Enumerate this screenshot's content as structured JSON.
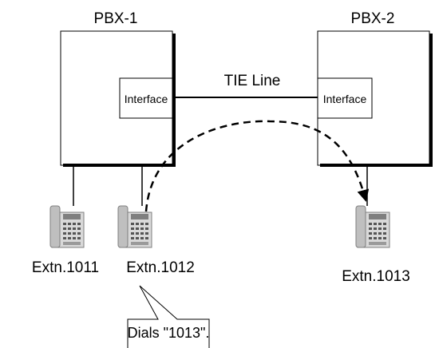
{
  "pbx1": {
    "title": "PBX-1",
    "interface_label": "Interface"
  },
  "pbx2": {
    "title": "PBX-2",
    "interface_label": "Interface"
  },
  "tie_line": {
    "label": "TIE Line"
  },
  "extensions": [
    {
      "label": "Extn.1011"
    },
    {
      "label": "Extn.1012"
    },
    {
      "label": "Extn.1013"
    }
  ],
  "callout": {
    "text": "Dials \"1013\"."
  },
  "colors": {
    "line": "#000000",
    "phone_body": "#d9d9d9",
    "phone_dark": "#7f7f7f"
  },
  "icons": [
    "telephone-icon"
  ]
}
